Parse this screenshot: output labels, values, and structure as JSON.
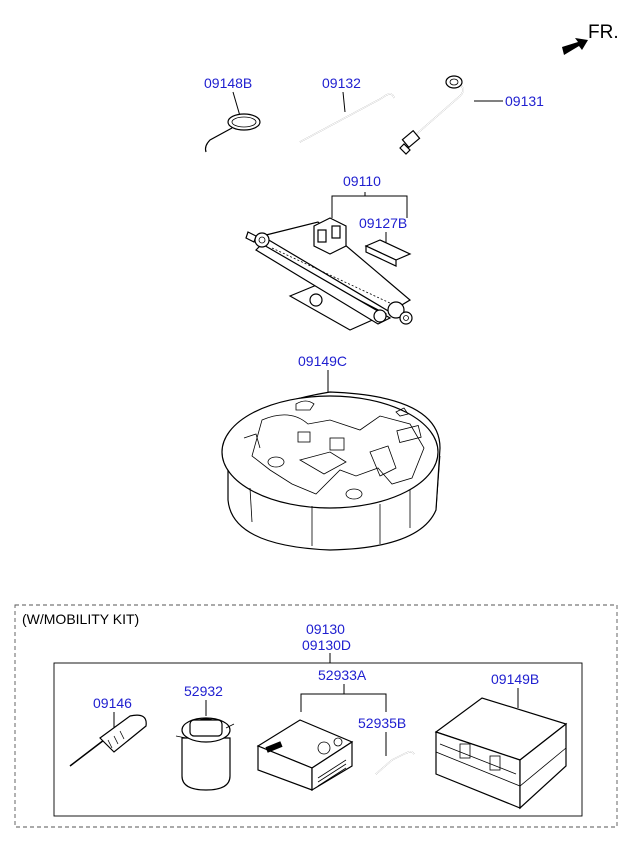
{
  "orientation": {
    "label": "FR."
  },
  "parts": {
    "p09148B": "09148B",
    "p09132": "09132",
    "p09131": "09131",
    "p09110": "09110",
    "p09127B": "09127B",
    "p09149C": "09149C"
  },
  "mobility_kit": {
    "title": "(W/MOBILITY KIT)",
    "assembly_no_1": "09130",
    "assembly_no_2": "09130D",
    "parts": {
      "p09146": "09146",
      "p52932": "52932",
      "p52933A": "52933A",
      "p52935B": "52935B",
      "p09149B": "09149B"
    }
  },
  "colors": {
    "label": "#2020d0",
    "line": "#000000"
  }
}
